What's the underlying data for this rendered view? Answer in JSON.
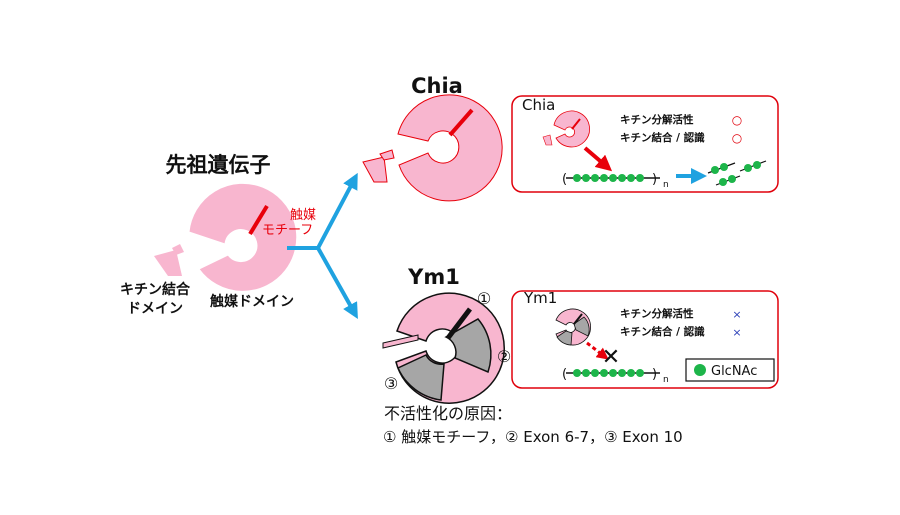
{
  "ancestor": {
    "title": "先祖遺伝子",
    "motif_label": [
      "触媒",
      "モチーフ"
    ],
    "binding_domain_label": [
      "キチン結合",
      "ドメイン"
    ],
    "catalytic_domain_label": "触媒ドメイン"
  },
  "chia": {
    "title": "Chia",
    "panel_title": "Chia",
    "rows": [
      {
        "label": "キチン分解活性",
        "mark": "○"
      },
      {
        "label": "キチン結合 / 認識",
        "mark": "○"
      }
    ],
    "chain_sub": "n"
  },
  "ym1": {
    "title": "Ym1",
    "panel_title": "Ym1",
    "rows": [
      {
        "label": "キチン分解活性",
        "mark": "×"
      },
      {
        "label": "キチン結合 / 認識",
        "mark": "×"
      }
    ],
    "chain_sub": "n",
    "markers": [
      "①",
      "②",
      "③"
    ],
    "legend": "GlcNAc"
  },
  "cause": {
    "title": "不活性化の原因：",
    "items": "① 触媒モチーフ，② Exon 6-7，③ Exon 10"
  },
  "colors": {
    "pink": "#f8b6cf",
    "gray": "#a6a6a6",
    "red": "#e8000b",
    "blue": "#1fa2e0",
    "green": "#1db54a",
    "panel_border": "#e0000b",
    "circle_mark": "#e0000b",
    "cross_mark": "#2b3fb8"
  }
}
